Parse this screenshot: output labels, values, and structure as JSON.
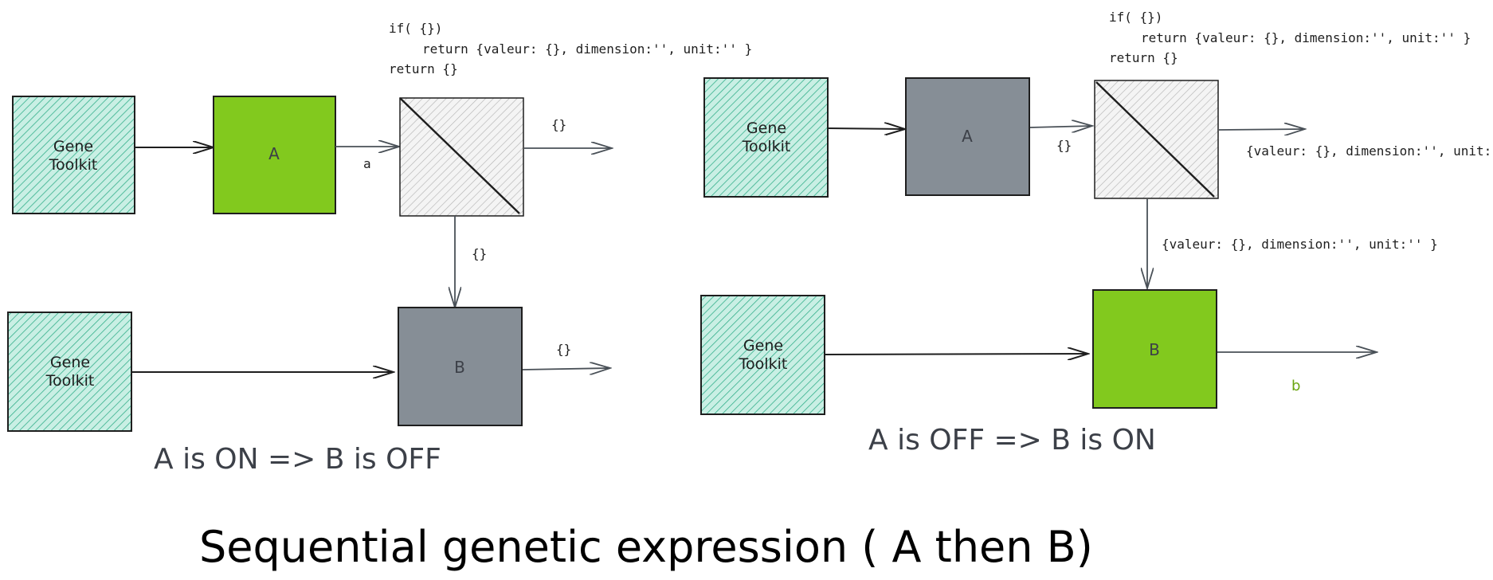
{
  "title": "Sequential genetic expression ( A then B)",
  "colors": {
    "toolkit_fill": "#9fe0cf",
    "toolkit_hatch": "#35b08c",
    "gene_on": "#82c91e",
    "gene_off": "#868e96",
    "condition_hatch": "#b5b5b5",
    "stroke": "#1e1e1e",
    "arrow": "#495057",
    "green_text": "#6aa512"
  },
  "left": {
    "toolkit_top": {
      "line1": "Gene",
      "line2": "Toolkit"
    },
    "toolkit_bottom": {
      "line1": "Gene",
      "line2": "Toolkit"
    },
    "gene_a": {
      "label": "A",
      "state": "on"
    },
    "gene_b": {
      "label": "B",
      "state": "off"
    },
    "code": {
      "line1": "if( {})",
      "line2": "return {valeur: {}, dimension:'', unit:'' }",
      "line3": "return {}"
    },
    "label_a": "a",
    "label_cond_out": "{}",
    "label_down": "{}",
    "label_b_out": "{}",
    "caption": "A is ON => B is OFF"
  },
  "right": {
    "toolkit_top": {
      "line1": "Gene",
      "line2": "Toolkit"
    },
    "toolkit_bottom": {
      "line1": "Gene",
      "line2": "Toolkit"
    },
    "gene_a": {
      "label": "A",
      "state": "off"
    },
    "gene_b": {
      "label": "B",
      "state": "on"
    },
    "code": {
      "line1": "if( {})",
      "line2": "return {valeur: {}, dimension:'', unit:'' }",
      "line3": "return {}"
    },
    "label_a_out": "{}",
    "label_cond_out": "{valeur: {}, dimension:'', unit:'' }",
    "label_down": "{valeur: {}, dimension:'', unit:'' }",
    "label_b": "b",
    "caption": "A is OFF => B is ON"
  }
}
